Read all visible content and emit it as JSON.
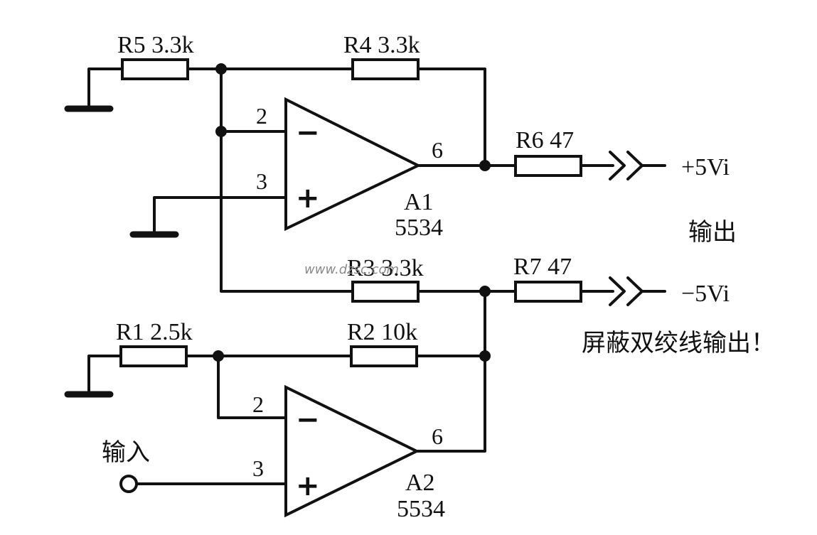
{
  "resistors": {
    "r5": "R5  3.3k",
    "r4": "R4  3.3k",
    "r6": "R6  47",
    "r3": "R3  3.3k",
    "r7": "R7  47",
    "r1": "R1 2.5k",
    "r2": "R2  10k"
  },
  "opamps": {
    "a1": {
      "name": "A1",
      "part": "5534",
      "pin_inv": "2",
      "pin_noninv": "3",
      "pin_out": "6",
      "minus": "−",
      "plus": "+"
    },
    "a2": {
      "name": "A2",
      "part": "5534",
      "pin_inv": "2",
      "pin_noninv": "3",
      "pin_out": "6",
      "minus": "−",
      "plus": "+"
    }
  },
  "outputs": {
    "pos": "+5Vi",
    "neg": "−5Vi",
    "label": "输出",
    "note": "屏蔽双绞线输出！"
  },
  "input": {
    "label": "输入"
  },
  "watermark": "www.dzsc.com"
}
